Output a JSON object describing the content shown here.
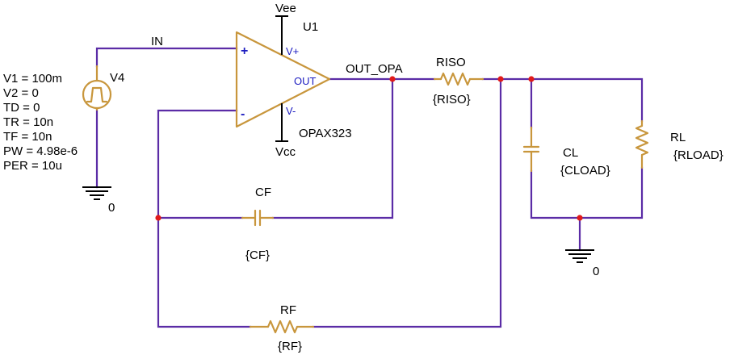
{
  "opamp": {
    "ref": "U1",
    "part": "OPAX323",
    "pin_plus": "+",
    "pin_minus": "-",
    "pin_out": "OUT",
    "pin_vplus": "V+",
    "pin_vminus": "V-",
    "vee": "Vee",
    "vcc": "Vcc"
  },
  "source": {
    "ref": "V4",
    "params": [
      "V1 = 100m",
      "V2 = 0",
      "TD = 0",
      "TR = 10n",
      "TF = 10n",
      "PW = 4.98e-6",
      "PER = 10u"
    ],
    "ground": "0"
  },
  "nets": {
    "in": "IN",
    "out_opa": "OUT_OPA"
  },
  "riso": {
    "ref": "RISO",
    "value": "{RISO}"
  },
  "cf": {
    "ref": "CF",
    "value": "{CF}"
  },
  "rf": {
    "ref": "RF",
    "value": "{RF}"
  },
  "cl": {
    "ref": "CL",
    "value": "{CLOAD}"
  },
  "rl": {
    "ref": "RL",
    "value": "{RLOAD}"
  },
  "load_ground": "0"
}
